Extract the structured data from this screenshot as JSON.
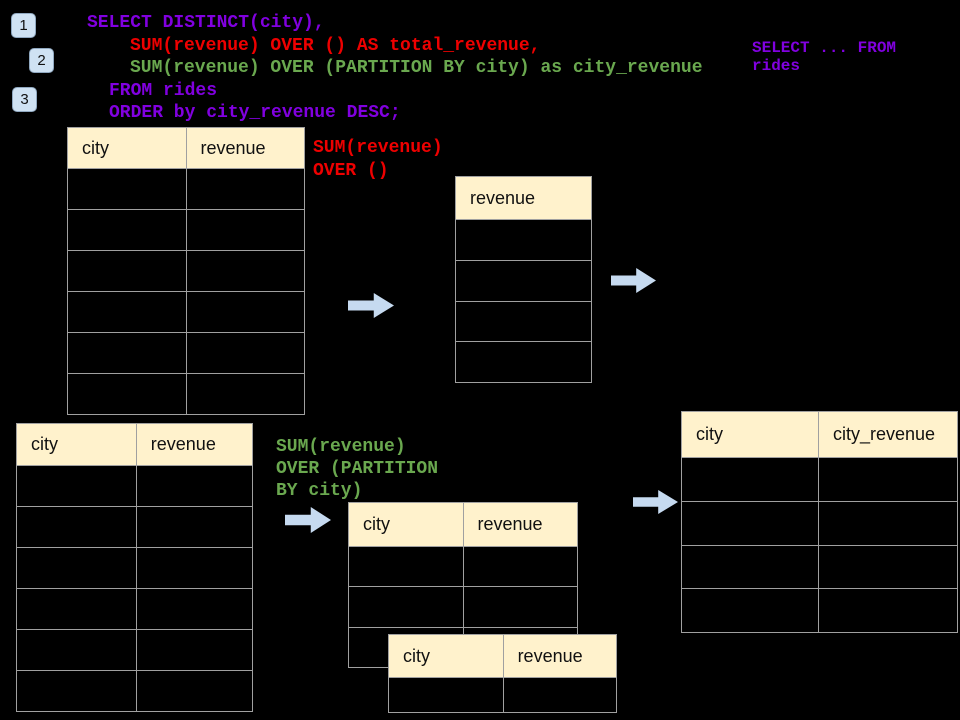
{
  "colors": {
    "background": "#000000",
    "purple": "#8100e0",
    "red": "#ee0000",
    "green": "#6aa84f",
    "header_fill": "#fff2cc",
    "table_border": "#a0a0a0",
    "arrow_fill": "#c6daf0",
    "badge_fill": "#cfe2f3"
  },
  "step_badges": [
    {
      "label": "1"
    },
    {
      "label": "2"
    },
    {
      "label": "3"
    }
  ],
  "sql_code": {
    "lines": [
      {
        "text": "SELECT DISTINCT(city),",
        "color": "#8100e0"
      },
      {
        "text": "SUM(revenue) OVER () AS total_revenue,",
        "color": "#ee0000"
      },
      {
        "text": "SUM(revenue) OVER (PARTITION BY city) as city_revenue",
        "color": "#6aa84f"
      },
      {
        "text": "FROM rides",
        "color": "#8100e0"
      },
      {
        "text": "ORDER by city_revenue DESC;",
        "color": "#8100e0"
      }
    ]
  },
  "side_note": {
    "color": "#8100e0",
    "lines": [
      {
        "text": "SELECT ... FROM"
      },
      {
        "text": "rides"
      }
    ]
  },
  "annotations": {
    "total_revenue_label": {
      "color": "#ee0000",
      "lines": [
        {
          "text": "SUM(revenue)"
        },
        {
          "text": "OVER ()"
        }
      ]
    },
    "partition_label": {
      "color": "#6aa84f",
      "lines": [
        {
          "text": "SUM(revenue)"
        },
        {
          "text": "OVER (PARTITION"
        },
        {
          "text": "BY city)"
        }
      ]
    }
  },
  "tables": {
    "rides_top": {
      "headers": [
        "city",
        "revenue"
      ],
      "empty_rows": 6
    },
    "total_revenue_result": {
      "headers": [
        "revenue"
      ],
      "empty_rows": 4
    },
    "rides_bottom": {
      "headers": [
        "city",
        "revenue"
      ],
      "empty_rows": 6
    },
    "partition_group_a": {
      "headers": [
        "city",
        "revenue"
      ],
      "empty_rows": 3
    },
    "partition_group_b": {
      "headers": [
        "city",
        "revenue"
      ],
      "empty_rows": 1
    },
    "city_revenue_result": {
      "headers": [
        "city",
        "city_revenue"
      ],
      "empty_rows": 4
    }
  }
}
